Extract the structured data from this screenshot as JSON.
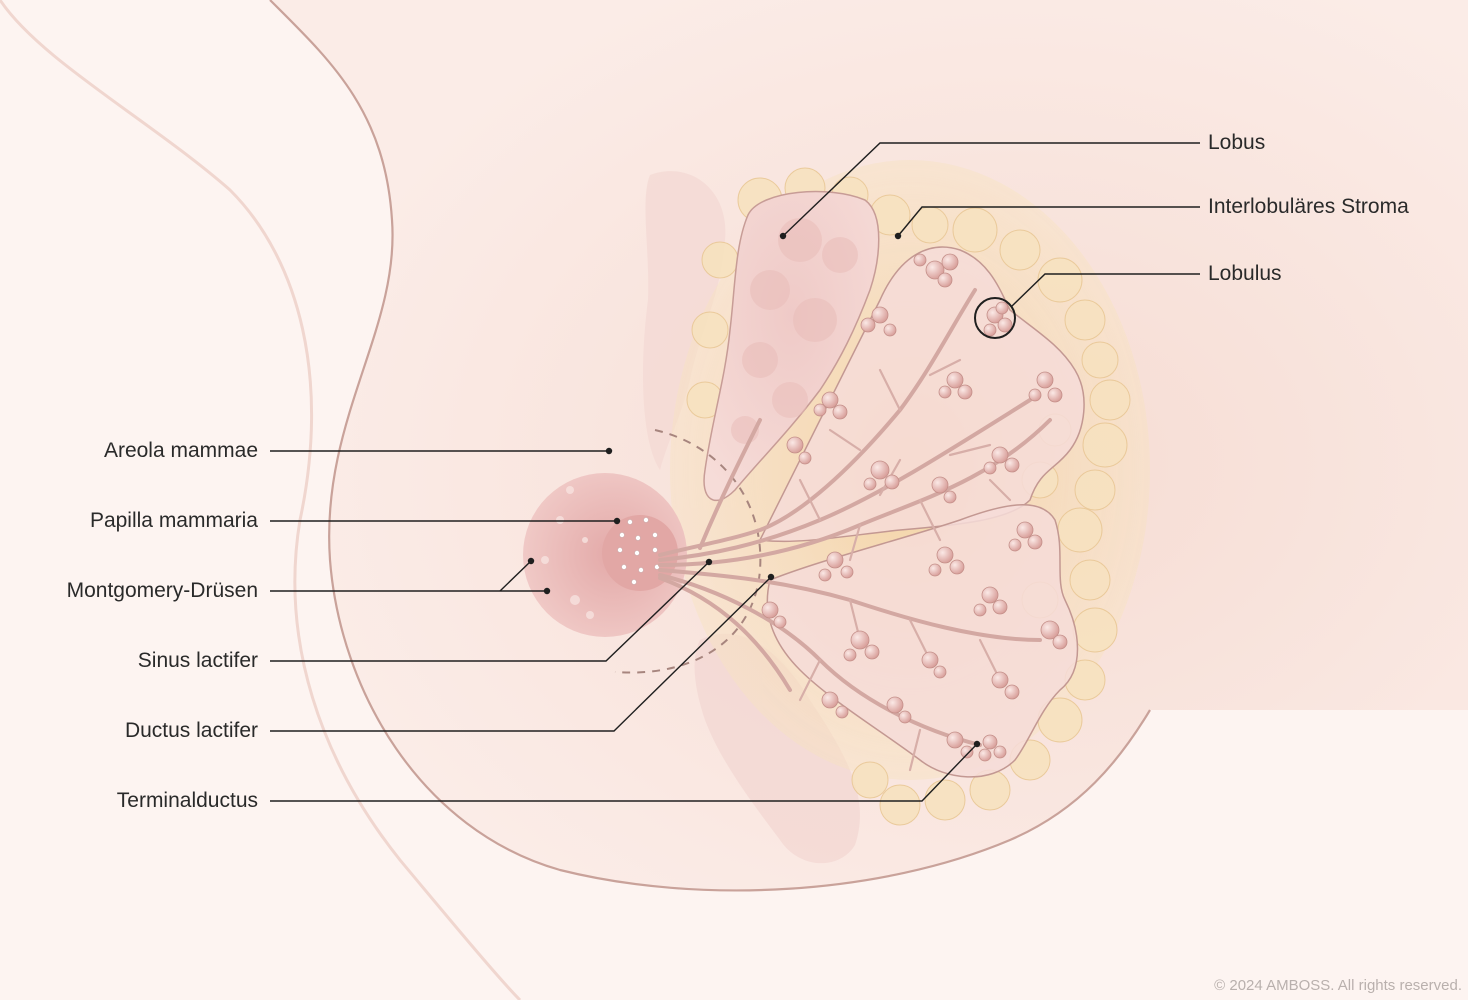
{
  "labels": {
    "lobus": "Lobus",
    "interlobulaeres_stroma": "Interlobuläres Stroma",
    "lobulus": "Lobulus",
    "areola_mammae": "Areola mammae",
    "papilla_mammaria": "Papilla mammaria",
    "montgomery_druesen": "Montgomery-Drüsen",
    "sinus_lactifer": "Sinus lactifer",
    "ductus_lactifer": "Ductus lactifer",
    "terminalductus": "Terminalductus"
  },
  "copyright": "© 2024 AMBOSS. All rights reserved.",
  "colors": {
    "background": "#fdf4f1",
    "skin": "#f8e1da",
    "skin_outline": "#caa39a",
    "lobe": "#f0cfcb",
    "lobule": "#e8b9b3",
    "areola": "#eab9b6",
    "stroma_fat": "#f6dcb0",
    "leader_line": "#1f1f1f"
  }
}
